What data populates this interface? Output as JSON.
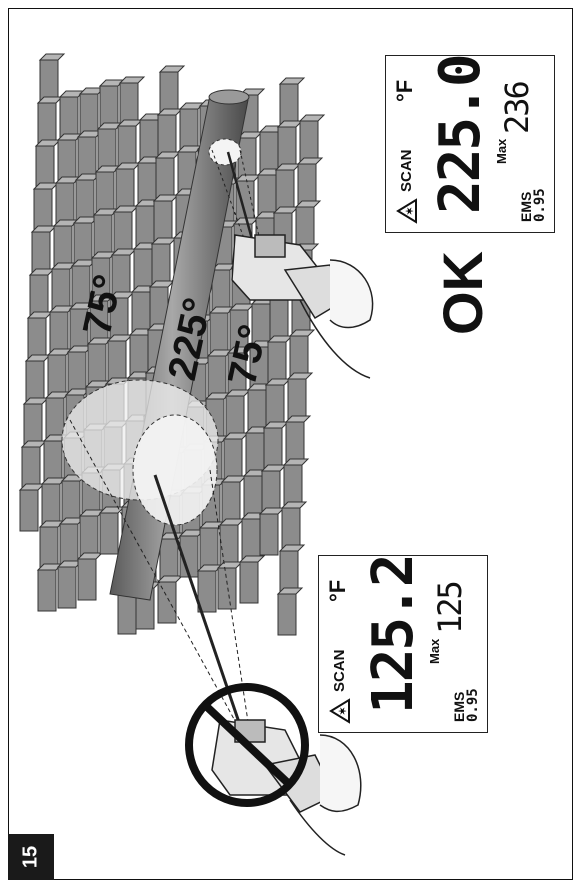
{
  "page": {
    "number": "15"
  },
  "illustration": {
    "wall_left_temp": "75°",
    "pipe_temp": "225°",
    "wall_right_temp": "75°",
    "verdict": "OK"
  },
  "display_top": {
    "mode": "SCAN",
    "unit": "°F",
    "reading": "225.0",
    "max_label": "Max",
    "max_value": "236",
    "ems_label": "EMS",
    "ems_value": "0.95",
    "warning_icon": "warning-triangle-icon"
  },
  "display_bottom": {
    "mode": "SCAN",
    "unit": "°F",
    "reading": "125.2",
    "max_label": "Max",
    "max_value": "125",
    "ems_label": "EMS",
    "ems_value": "0.95",
    "warning_icon": "warning-triangle-icon"
  },
  "colors": {
    "brick": "#8c8c8c",
    "brick_light": "#b5b5b5",
    "pipe": "#7a7a7a",
    "ink": "#111111"
  }
}
